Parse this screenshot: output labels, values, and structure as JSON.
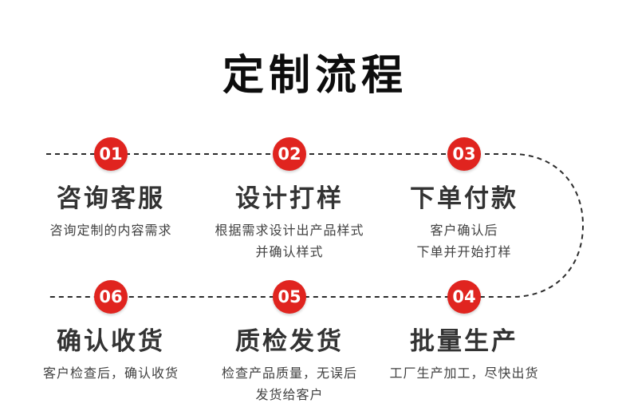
{
  "page": {
    "title": "定制流程"
  },
  "flow": {
    "colors": {
      "accent_red": "#e0241f",
      "connector_line": "#2b2b2b",
      "title_text": "#0d0d0d",
      "step_title_text": "#333333",
      "desc_text": "#414141"
    },
    "steps": [
      {
        "number": "01",
        "title": "咨询客服",
        "desc": [
          "咨询定制的内容需求"
        ]
      },
      {
        "number": "02",
        "title": "设计打样",
        "desc": [
          "根据需求设计出产品样式",
          "并确认样式"
        ]
      },
      {
        "number": "03",
        "title": "下单付款",
        "desc": [
          "客户确认后",
          "下单并开始打样"
        ]
      },
      {
        "number": "04",
        "title": "批量生产",
        "desc": [
          "工厂生产加工，尽快出货"
        ]
      },
      {
        "number": "05",
        "title": "质检发货",
        "desc": [
          "检查产品质量，无误后",
          "发货给客户"
        ]
      },
      {
        "number": "06",
        "title": "确认收货",
        "desc": [
          "客户检查后，确认收货"
        ]
      }
    ]
  }
}
